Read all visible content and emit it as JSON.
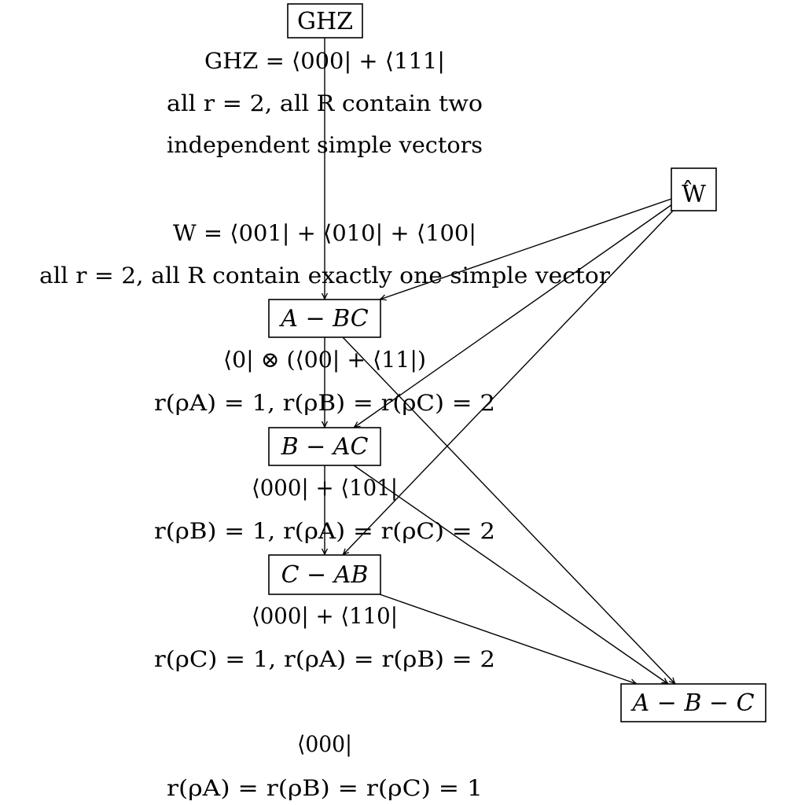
{
  "nodes": {
    "ghz": {
      "label": "GHZ"
    },
    "w": {
      "label": "W",
      "hat": "̂"
    },
    "a_bc": {
      "label": "A − BC"
    },
    "b_ac": {
      "label": "B − AC"
    },
    "c_ab": {
      "label": "C − AB"
    },
    "a_b_c": {
      "label": "A − B − C"
    }
  },
  "captions": {
    "ghz": {
      "state": "GHZ = ⟨000| + ⟨111|",
      "line2": "all r = 2, all R contain two",
      "line3": "independent simple vectors"
    },
    "w": {
      "state": "W = ⟨001| + ⟨010| + ⟨100|",
      "line2": "all r = 2, all R contain exactly one simple vector"
    },
    "a_bc": {
      "state": "⟨0| ⊗ (⟨00| + ⟨11|)",
      "ranks": "r(ρA) = 1, r(ρB) = r(ρC) = 2"
    },
    "b_ac": {
      "state": "⟨000| + ⟨101|",
      "ranks": "r(ρB) = 1, r(ρA) = r(ρC) = 2"
    },
    "c_ab": {
      "state": "⟨000| + ⟨110|",
      "ranks": "r(ρC) = 1, r(ρA) = r(ρB) = 2"
    },
    "a_b_c": {
      "state": "⟨000|",
      "ranks": "r(ρA) = r(ρB) = r(ρC) = 1"
    }
  },
  "edges": [
    {
      "from": "ghz",
      "to": "a_bc"
    },
    {
      "from": "a_bc",
      "to": "b_ac"
    },
    {
      "from": "b_ac",
      "to": "c_ab"
    },
    {
      "from": "w",
      "to": "a_bc"
    },
    {
      "from": "w",
      "to": "b_ac"
    },
    {
      "from": "w",
      "to": "c_ab"
    },
    {
      "from": "a_bc",
      "to": "a_b_c"
    },
    {
      "from": "b_ac",
      "to": "a_b_c"
    },
    {
      "from": "c_ab",
      "to": "a_b_c"
    }
  ]
}
